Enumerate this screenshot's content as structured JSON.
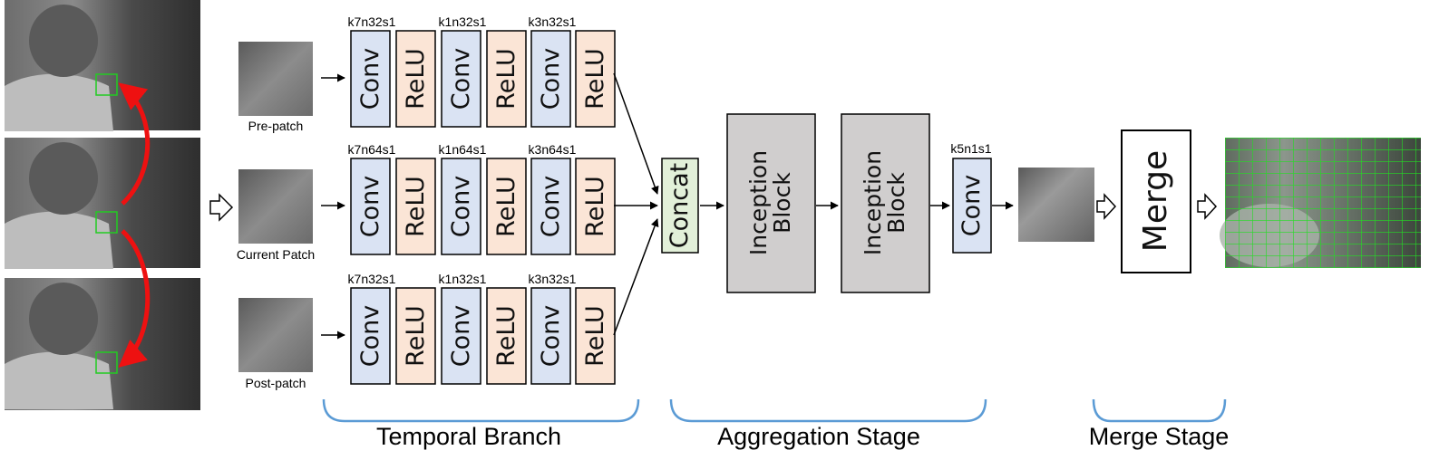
{
  "input_frames": {
    "count": 3
  },
  "patches": [
    {
      "label": "Pre-patch"
    },
    {
      "label": "Current Patch"
    },
    {
      "label": "Post-patch"
    }
  ],
  "branches": [
    {
      "configs": [
        "k7n32s1",
        "k1n32s1",
        "k3n32s1"
      ]
    },
    {
      "configs": [
        "k7n64s1",
        "k1n64s1",
        "k3n64s1"
      ]
    },
    {
      "configs": [
        "k7n32s1",
        "k1n32s1",
        "k3n32s1"
      ]
    }
  ],
  "layers": {
    "conv": "Conv",
    "relu": "ReLU"
  },
  "aggregation": {
    "concat_label": "Concat",
    "inception_1": "Inception Block",
    "inception_2": "Inception Block",
    "final_conv_label": "Conv",
    "final_conv_config": "k5n1s1"
  },
  "merge": {
    "label": "Merge"
  },
  "stages": [
    {
      "label": "Temporal Branch"
    },
    {
      "label": "Aggregation Stage"
    },
    {
      "label": "Merge Stage"
    }
  ],
  "colors": {
    "conv_fill": "#dae3f3",
    "relu_fill": "#fbe5d6",
    "concat_fill": "#e2f0d9",
    "inception_fill": "#d0cece",
    "merge_fill": "#ffffff",
    "brace_color": "#5b9bd5",
    "arrow_red": "#ee1111",
    "highlight_green": "#22cc22"
  }
}
